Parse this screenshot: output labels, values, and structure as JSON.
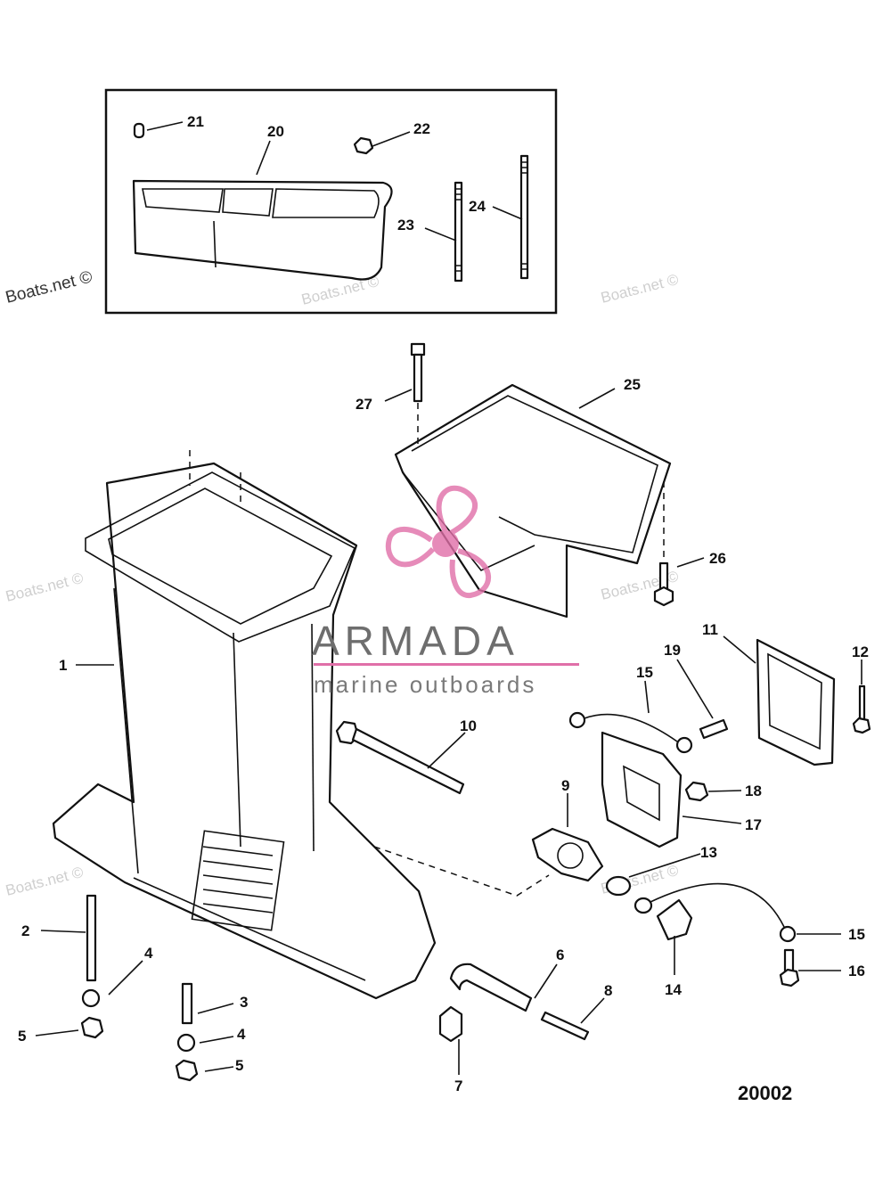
{
  "figure_number": "20002",
  "watermark": "Boats.net ©",
  "brand": {
    "name": "ARMADA",
    "tagline": "marine outboards",
    "accent_color": "#e06fa8",
    "text_color": "#6e6e6e"
  },
  "callouts": {
    "c1": "1",
    "c2": "2",
    "c3": "3",
    "c4a": "4",
    "c4b": "4",
    "c5a": "5",
    "c5b": "5",
    "c6": "6",
    "c7": "7",
    "c8": "8",
    "c9": "9",
    "c10": "10",
    "c11": "11",
    "c12": "12",
    "c13": "13",
    "c14": "14",
    "c15a": "15",
    "c15b": "15",
    "c16": "16",
    "c17": "17",
    "c18": "18",
    "c19": "19",
    "c20": "20",
    "c21": "21",
    "c22": "22",
    "c23": "23",
    "c24": "24",
    "c25": "25",
    "c26": "26",
    "c27": "27"
  }
}
